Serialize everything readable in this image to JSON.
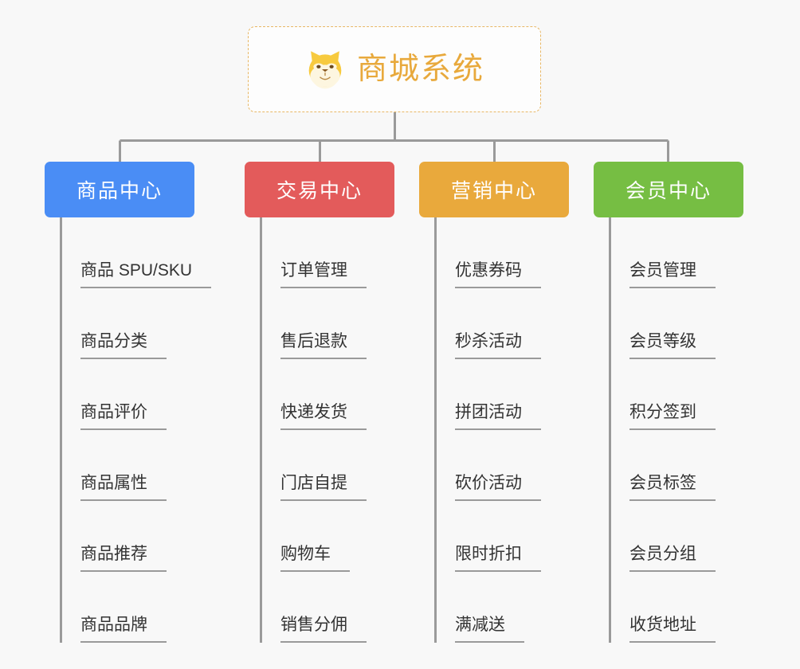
{
  "root": {
    "title": "商城系统",
    "icon": "shiba-dog-face-emoji",
    "title_color": "#e8a93c",
    "border_color": "#e8b765"
  },
  "connector_color": "#9a9a9a",
  "columns": [
    {
      "title": "商品中心",
      "color": "#4a8df5",
      "items": [
        "商品 SPU/SKU",
        "商品分类",
        "商品评价",
        "商品属性",
        "商品推荐",
        "商品品牌"
      ]
    },
    {
      "title": "交易中心",
      "color": "#e35b5b",
      "items": [
        "订单管理",
        "售后退款",
        "快递发货",
        "门店自提",
        "购物车",
        "销售分佣"
      ]
    },
    {
      "title": "营销中心",
      "color": "#e9a93c",
      "items": [
        "优惠券码",
        "秒杀活动",
        "拼团活动",
        "砍价活动",
        "限时折扣",
        "满减送"
      ]
    },
    {
      "title": "会员中心",
      "color": "#76be43",
      "items": [
        "会员管理",
        "会员等级",
        "积分签到",
        "会员标签",
        "会员分组",
        "收货地址"
      ]
    }
  ]
}
